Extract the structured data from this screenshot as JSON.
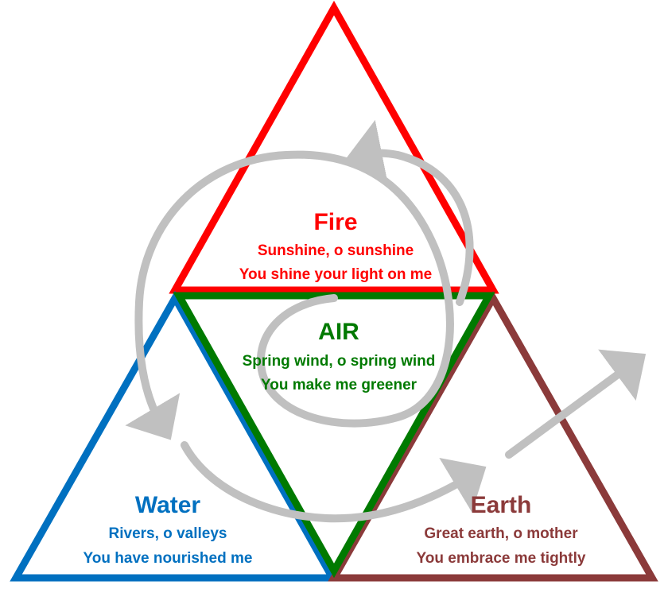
{
  "colors": {
    "fire": "#ff0000",
    "air": "#007a00",
    "water": "#0070c0",
    "earth": "#8b3a3a",
    "spiral": "#c0c0c0"
  },
  "fire": {
    "title": "Fire",
    "line1": "Sunshine, o sunshine",
    "line2": "You shine your light on me"
  },
  "air": {
    "title": "AIR",
    "line1": "Spring wind, o spring wind",
    "line2": "You make me greener"
  },
  "water": {
    "title": "Water",
    "line1": "Rivers, o valleys",
    "line2": "You have nourished me"
  },
  "earth": {
    "title": "Earth",
    "line1": "Great earth, o mother",
    "line2": "You embrace me tightly"
  }
}
